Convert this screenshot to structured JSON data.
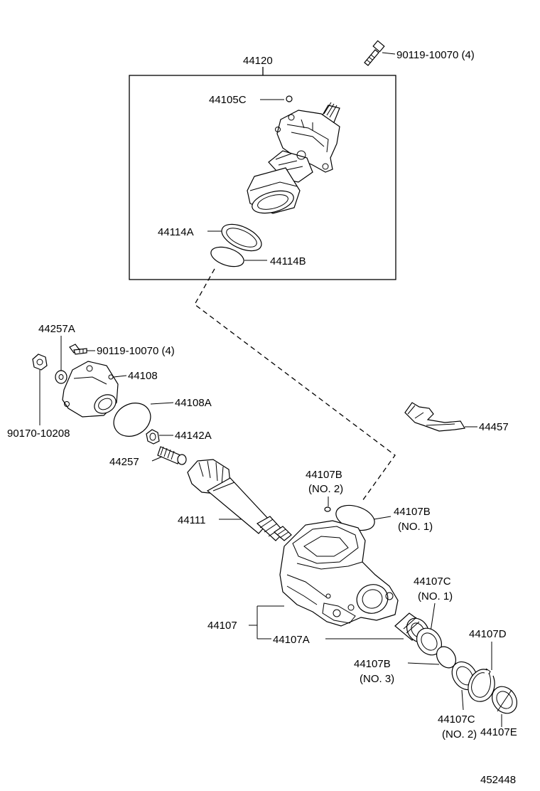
{
  "diagram": {
    "callouts": {
      "c44120": "44120",
      "c90119_top": "90119-10070 (4)",
      "c44105C": "44105C",
      "c44114A": "44114A",
      "c44114B": "44114B",
      "c44257A": "44257A",
      "c90119_left": "90119-10070 (4)",
      "c44108": "44108",
      "c44108A": "44108A",
      "c90170": "90170-10208",
      "c44142A": "44142A",
      "c44257": "44257",
      "c44457": "44457",
      "c44107B_no2": "44107B",
      "c44107B_no2_sub": "(NO. 2)",
      "c44111": "44111",
      "c44107B_no1": "44107B",
      "c44107B_no1_sub": "(NO. 1)",
      "c44107C_no1": "44107C",
      "c44107C_no1_sub": "(NO. 1)",
      "c44107": "44107",
      "c44107A": "44107A",
      "c44107D": "44107D",
      "c44107B_no3": "44107B",
      "c44107B_no3_sub": "(NO. 3)",
      "c44107C_no2": "44107C",
      "c44107C_no2_sub": "(NO. 2)",
      "c44107E": "44107E"
    },
    "figure_number": "452448"
  }
}
